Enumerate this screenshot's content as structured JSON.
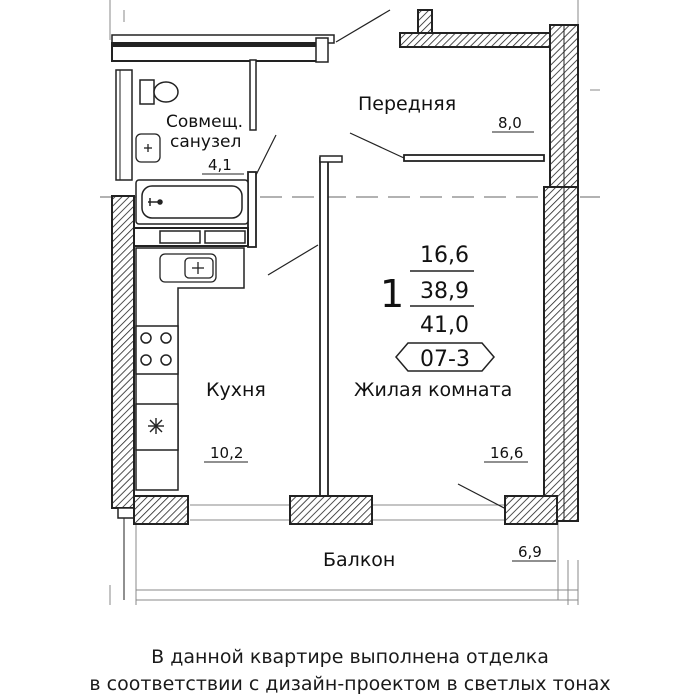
{
  "apartment": {
    "rooms_count": "1",
    "living_area": "16,6",
    "total_area": "38,9",
    "total_area_with_balcony": "41,0",
    "unit_code": "07-3"
  },
  "rooms": {
    "bathroom": {
      "name_line1": "Совмещ.",
      "name_line2": "санузел",
      "area": "4,1"
    },
    "hall": {
      "name": "Передняя",
      "area": "8,0"
    },
    "kitchen": {
      "name": "Кухня",
      "area": "10,2"
    },
    "living": {
      "name": "Жилая комната",
      "area": "16,6"
    },
    "balcony": {
      "name": "Балкон",
      "area": "6,9"
    }
  },
  "caption": {
    "line1": "В данной квартире выполнена отделка",
    "line2": "в соответствии с дизайн-проектом в светлых тонах"
  }
}
